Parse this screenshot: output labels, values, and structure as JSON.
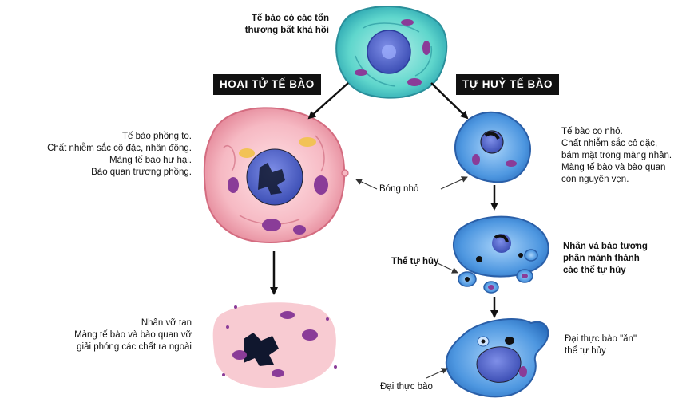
{
  "top_caption": [
    "Tế bào có các tổn",
    "thương bất khả hồi"
  ],
  "left_title": "HOẠI TỬ TẾ BÀO",
  "right_title": "TỰ HUỶ TẾ BÀO",
  "necrosis_swelling": [
    "Tế bào phồng to.",
    "Chất nhiễm sắc cô đặc, nhân đông.",
    "Màng tế bào hư hại.",
    "Bào quan trương phồng."
  ],
  "necrosis_rupture": [
    "Nhân vỡ tan",
    "Màng tế bào và bào quan vỡ",
    "giải phóng các chất ra ngoài"
  ],
  "apoptosis_shrink": [
    "Tế bào co nhỏ.",
    "Chất nhiễm sắc cô đặc,",
    "bám mặt trong màng nhân.",
    "Màng tế bào và bào quan",
    "còn nguyên vẹn."
  ],
  "apoptosis_fragment": [
    "Nhân và bào tương",
    "phân mảnh thành",
    "các thể tự hủy"
  ],
  "apoptosis_phago": [
    "Đại thực bào \"ăn\"",
    "thể tự hủy"
  ],
  "label_bleb": "Bóng nhỏ",
  "label_apoptotic_body": "Thể tự hủy",
  "label_macrophage": "Đại thực bào",
  "colors": {
    "healthy_cell": "#5fd6cc",
    "necrotic_cell": "#f6b9c3",
    "apoptotic_cell": "#4e97e0",
    "nucleus": "#3d4fb5",
    "organelle": "#8a3c98"
  }
}
